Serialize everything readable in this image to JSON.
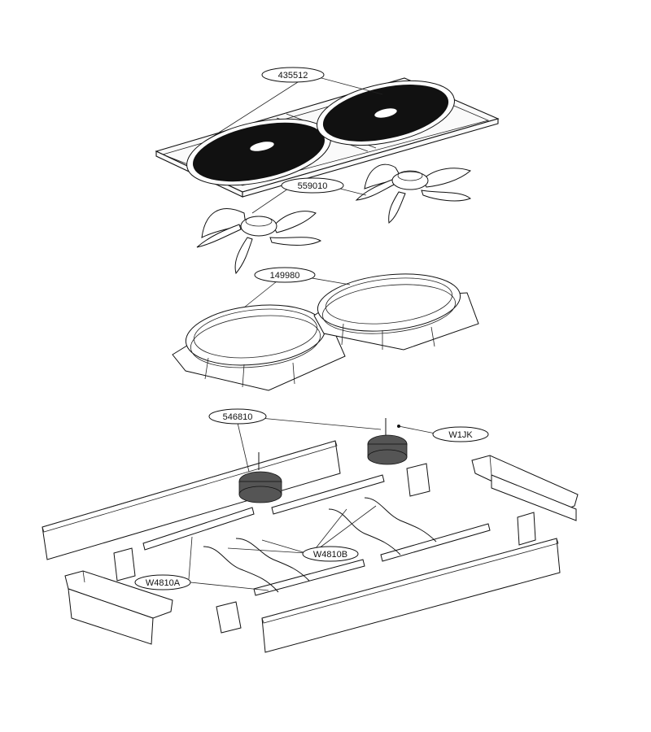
{
  "diagram": {
    "callouts": [
      {
        "id": "grille",
        "label": "435512"
      },
      {
        "id": "fan-blade",
        "label": "559010"
      },
      {
        "id": "shroud",
        "label": "149980"
      },
      {
        "id": "motor",
        "label": "546810"
      },
      {
        "id": "wire",
        "label": "W1JK"
      },
      {
        "id": "bracket-b",
        "label": "W4810B"
      },
      {
        "id": "bracket-a",
        "label": "W4810A"
      }
    ]
  }
}
